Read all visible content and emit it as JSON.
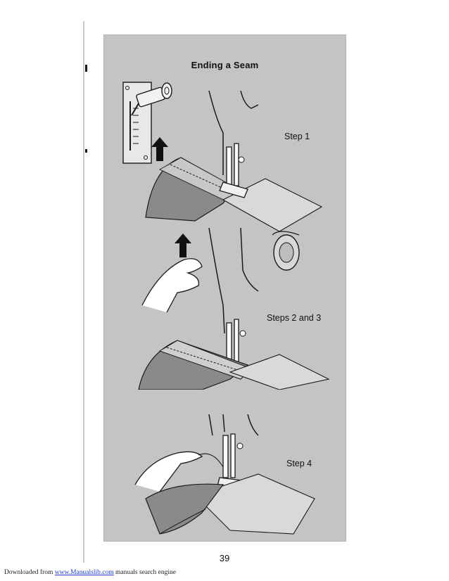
{
  "page": {
    "title": "Ending a Seam",
    "page_number": "39"
  },
  "steps": [
    {
      "label": "Step 1"
    },
    {
      "label": "Steps 2 and 3"
    },
    {
      "label": "Step 4"
    }
  ],
  "footer": {
    "prefix": "Downloaded from",
    "link_text": "www.Manualslib.com",
    "suffix": "manuals search engine"
  },
  "colors": {
    "panel_background": "#c4c4c4",
    "fabric_dark": "#8a8a8a",
    "fabric_light": "#cfcfcf",
    "line_ink": "#1a1a1a",
    "link": "#1a3cc4"
  }
}
